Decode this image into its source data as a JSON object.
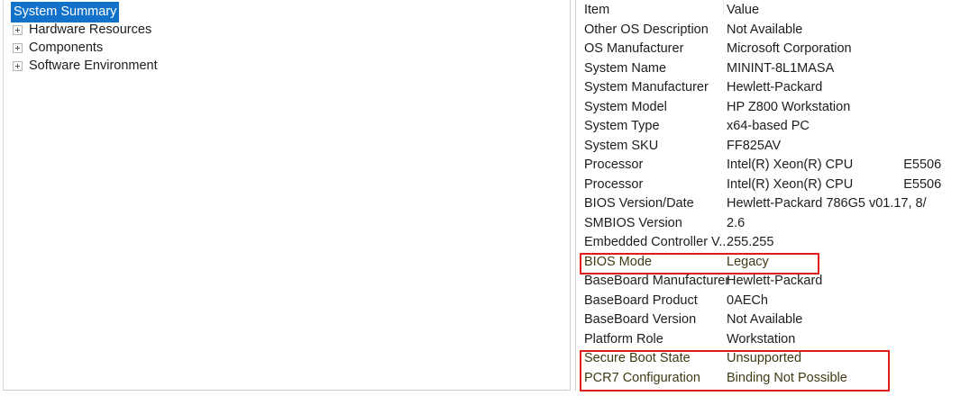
{
  "tree": {
    "selected_label": "System Summary",
    "nodes": [
      {
        "label": "System Summary",
        "has_expander": false,
        "selected": true
      },
      {
        "label": "Hardware Resources",
        "has_expander": true,
        "selected": false
      },
      {
        "label": "Components",
        "has_expander": true,
        "selected": false
      },
      {
        "label": "Software Environment",
        "has_expander": true,
        "selected": false
      }
    ]
  },
  "details": {
    "columns": {
      "item": "Item",
      "value": "Value"
    },
    "rows": [
      {
        "item": "Item",
        "value": "Value",
        "header": true
      },
      {
        "item": "Other OS Description",
        "value": "Not Available"
      },
      {
        "item": "OS Manufacturer",
        "value": "Microsoft Corporation"
      },
      {
        "item": "System Name",
        "value": "MININT-8L1MASA"
      },
      {
        "item": "System Manufacturer",
        "value": "Hewlett-Packard"
      },
      {
        "item": "System Model",
        "value": "HP Z800 Workstation"
      },
      {
        "item": "System Type",
        "value": "x64-based PC"
      },
      {
        "item": "System SKU",
        "value": "FF825AV"
      },
      {
        "item": "Processor",
        "value": "Intel(R) Xeon(R) CPU",
        "value_extra": "E5506"
      },
      {
        "item": "Processor",
        "value": "Intel(R) Xeon(R) CPU",
        "value_extra": "E5506"
      },
      {
        "item": "BIOS Version/Date",
        "value": "Hewlett-Packard 786G5 v01.17, 8/"
      },
      {
        "item": "SMBIOS Version",
        "value": "2.6"
      },
      {
        "item": "Embedded Controller V...",
        "value": "255.255"
      },
      {
        "item": "BIOS Mode",
        "value": "Legacy",
        "tinted": true
      },
      {
        "item": "BaseBoard Manufacturer",
        "value": "Hewlett-Packard"
      },
      {
        "item": "BaseBoard Product",
        "value": "0AECh"
      },
      {
        "item": "BaseBoard Version",
        "value": "Not Available"
      },
      {
        "item": "Platform Role",
        "value": "Workstation"
      },
      {
        "item": "Secure Boot State",
        "value": "Unsupported",
        "tinted": true
      },
      {
        "item": "PCR7 Configuration",
        "value": "Binding Not Possible",
        "tinted": true
      }
    ]
  },
  "annotations": {
    "color": "#e01b1b",
    "boxes": [
      {
        "name": "bios-mode-highlight",
        "target_row": "BIOS Mode"
      },
      {
        "name": "secure-boot-highlight",
        "target_row": "Secure Boot State / PCR7 Configuration"
      }
    ]
  },
  "theme": {
    "selection_background": "#1271c9",
    "selection_text": "#ffffff",
    "text_color": "#1d1d1d",
    "tinted_text_color": "#413a15",
    "panel_background": "#ffffff",
    "border_color": "#cfcfcf"
  }
}
